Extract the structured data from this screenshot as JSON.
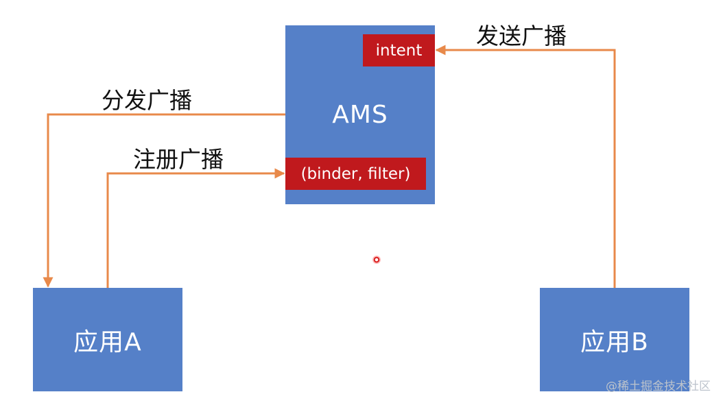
{
  "diagram": {
    "nodes": {
      "ams": {
        "label": "AMS",
        "intent_tag": "intent",
        "binder_tag": "(binder, filter)"
      },
      "app_a": {
        "label": "应用A"
      },
      "app_b": {
        "label": "应用B"
      }
    },
    "edges": [
      {
        "from": "应用B",
        "to": "AMS intent",
        "label": "发送广播"
      },
      {
        "from": "AMS",
        "to": "应用A",
        "label": "分发广播"
      },
      {
        "from": "应用A",
        "to": "AMS (binder, filter)",
        "label": "注册广播"
      }
    ],
    "colors": {
      "box": "#5580c8",
      "tag": "#c0191d",
      "arrow": "#e8894a"
    }
  },
  "watermark": "@稀土掘金技术社区"
}
